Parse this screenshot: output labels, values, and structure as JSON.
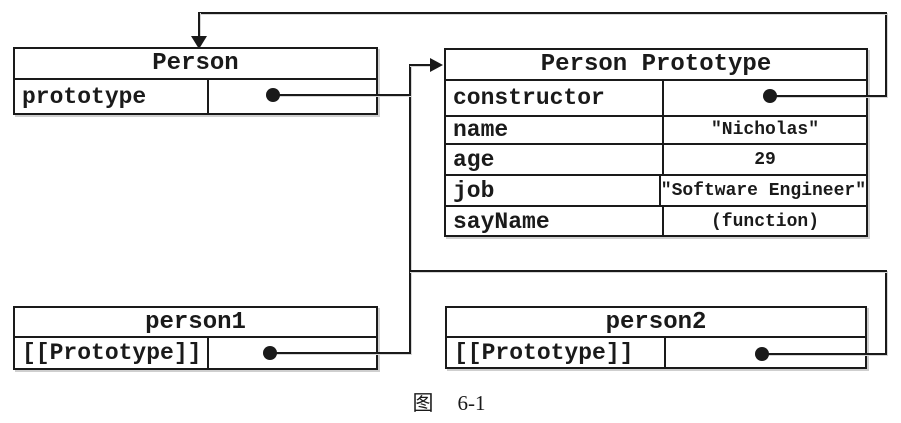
{
  "colors": {
    "line": "#1a1a1a",
    "shadow": "#cfcfcf",
    "background": "#ffffff"
  },
  "boxes": {
    "person": {
      "title": "Person",
      "rows": [
        {
          "label": "prototype",
          "value_type": "pointer"
        }
      ]
    },
    "person_prototype": {
      "title": "Person Prototype",
      "rows": [
        {
          "label": "constructor",
          "value_type": "pointer"
        },
        {
          "label": "name",
          "value": "\"Nicholas\""
        },
        {
          "label": "age",
          "value": "29"
        },
        {
          "label": "job",
          "value": "\"Software Engineer\""
        },
        {
          "label": "sayName",
          "value": "(function)"
        }
      ]
    },
    "person1": {
      "title": "person1",
      "rows": [
        {
          "label": "[[Prototype]]",
          "value_type": "pointer"
        }
      ]
    },
    "person2": {
      "title": "person2",
      "rows": [
        {
          "label": "[[Prototype]]",
          "value_type": "pointer"
        }
      ]
    }
  },
  "connections": [
    {
      "from": "Person.prototype",
      "to": "Person Prototype"
    },
    {
      "from": "Person Prototype.constructor",
      "to": "Person"
    },
    {
      "from": "person1.[[Prototype]]",
      "to": "Person Prototype"
    },
    {
      "from": "person2.[[Prototype]]",
      "to": "Person Prototype"
    }
  ],
  "caption": {
    "label": "图",
    "number": "6-1"
  }
}
